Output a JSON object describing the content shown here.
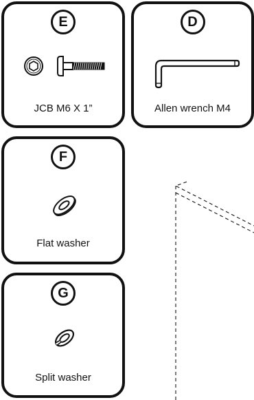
{
  "parts": [
    {
      "letter": "E",
      "label": "JCB M6 X 1”",
      "icon": "hex-bolt-icon"
    },
    {
      "letter": "D",
      "label": "Allen wrench M4",
      "icon": "allen-wrench-icon"
    },
    {
      "letter": "F",
      "label": "Flat washer",
      "icon": "flat-washer-icon"
    },
    {
      "letter": "G",
      "label": "Split washer",
      "icon": "split-washer-icon"
    }
  ]
}
